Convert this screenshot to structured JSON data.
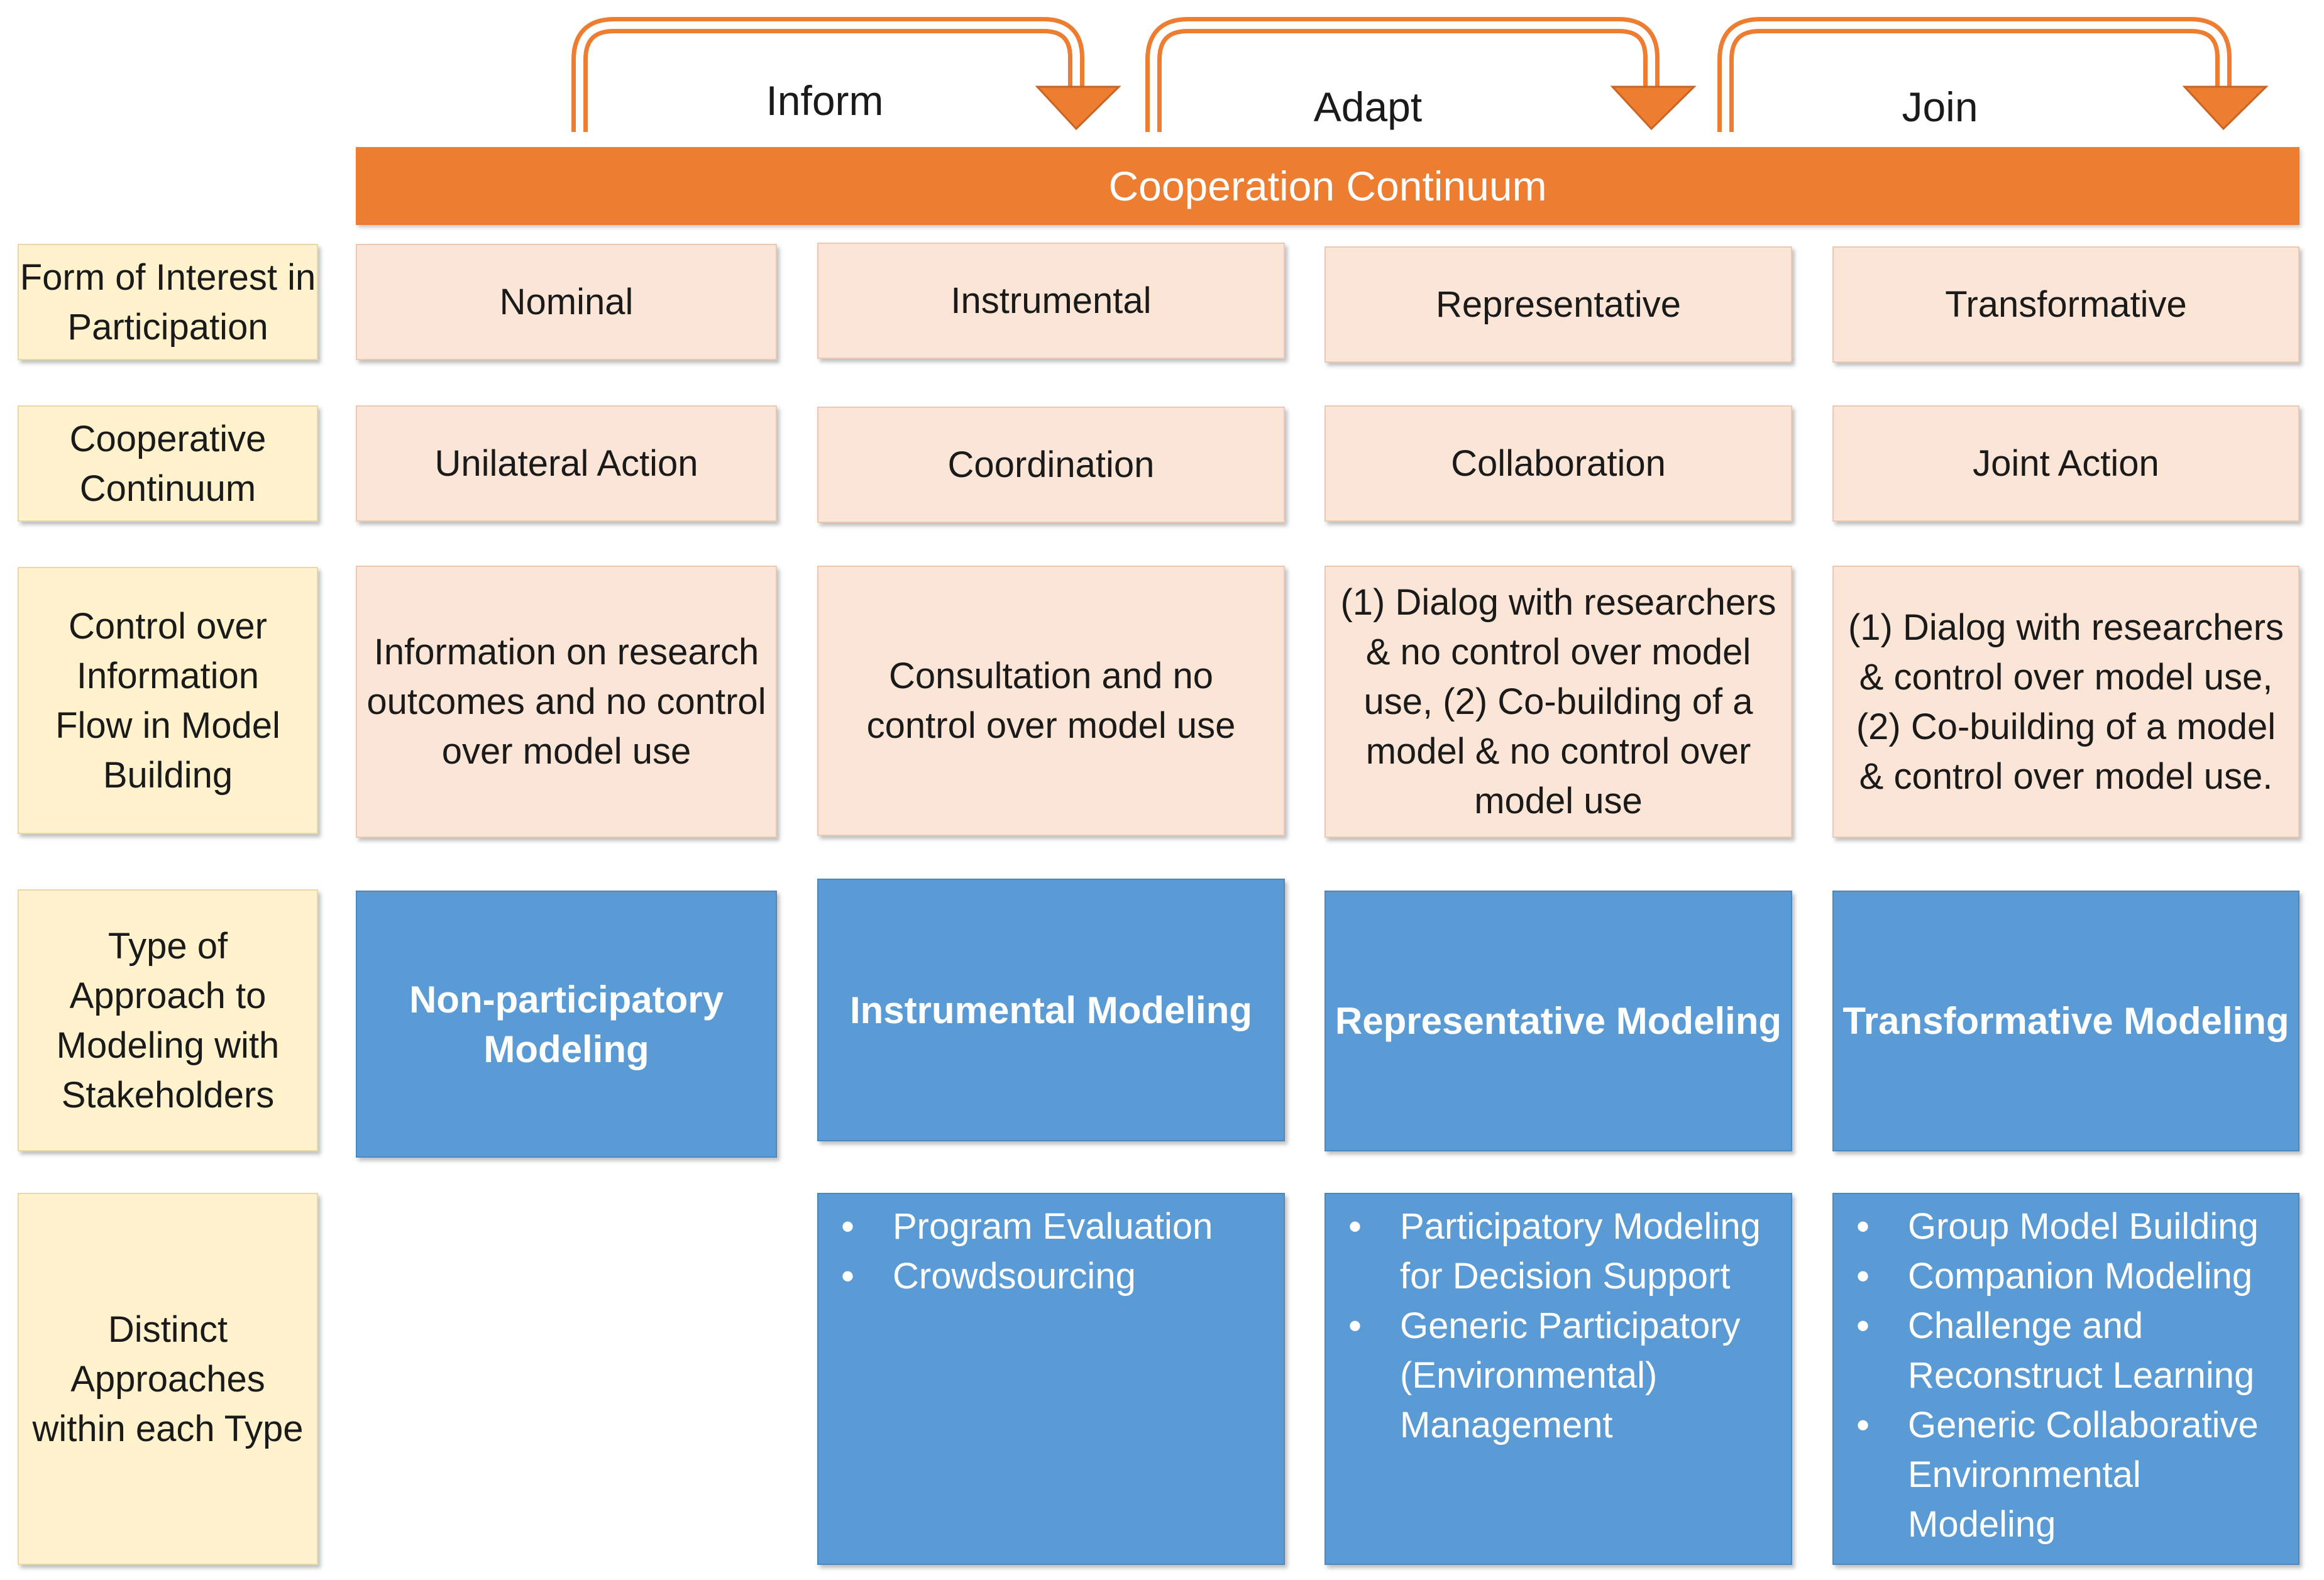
{
  "arrows": [
    {
      "label": "Inform"
    },
    {
      "label": "Adapt"
    },
    {
      "label": "Join"
    }
  ],
  "banner": {
    "label": "Cooperation Continuum"
  },
  "row_labels": [
    "Form of Interest in Participation",
    "Cooperative Continuum",
    "Control over Information Flow in Model Building",
    "Type of Approach to Modeling with Stakeholders",
    "Distinct Approaches within each Type"
  ],
  "form_of_interest": [
    "Nominal",
    "Instrumental",
    "Representative",
    "Transformative"
  ],
  "cooperative_continuum": [
    "Unilateral Action",
    "Coordination",
    "Collaboration",
    "Joint Action"
  ],
  "control_over_information": [
    "Information on research outcomes and no control over model use",
    "Consultation and no control over model use",
    "(1) Dialog with researchers & no control over model use, (2) Co-building of a model & no control over model use",
    "(1) Dialog with researchers & control over model use, (2) Co-building of a model & control over model use."
  ],
  "approach_types": [
    "Non-participatory Modeling",
    "Instrumental Modeling",
    "Representative Modeling",
    "Transformative Modeling"
  ],
  "distinct_approaches": {
    "instrumental": [
      "Program Evaluation",
      "Crowdsourcing"
    ],
    "representative": [
      "Participatory Modeling for Decision Support",
      "Generic Participatory (Environmental) Management"
    ],
    "transformative": [
      "Group Model Building",
      "Companion Modeling",
      "Challenge and Reconstruct Learning",
      "Generic Collaborative Environmental Modeling"
    ]
  },
  "colors": {
    "orange": "#ed7d31",
    "label_yellow": "#fff2cc",
    "peach": "#fbe5d6",
    "blue": "#5b9bd5"
  }
}
